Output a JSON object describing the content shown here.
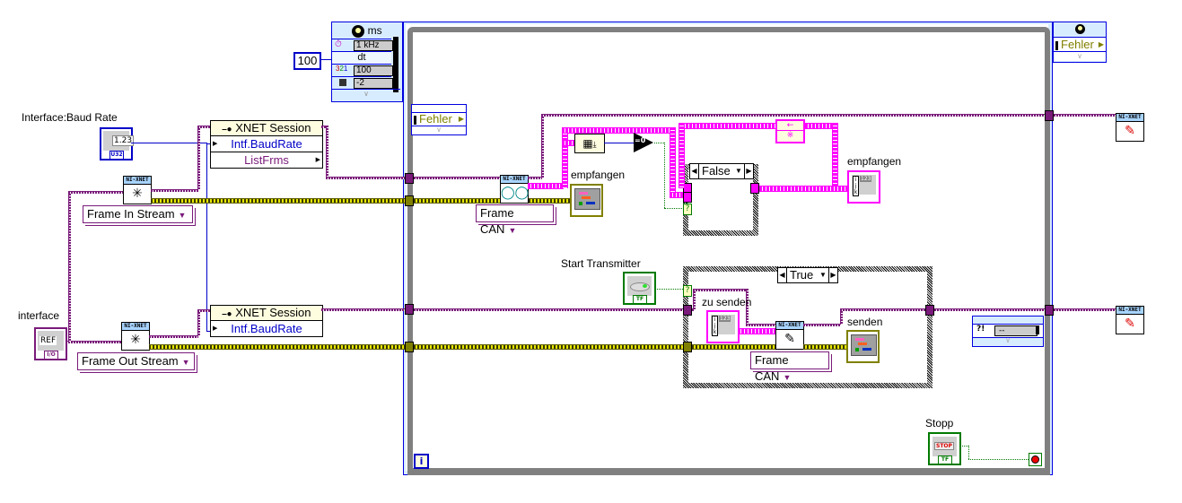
{
  "labels": {
    "baud_rate": "Interface:Baud Rate",
    "interface": "interface",
    "empfangen_1": "empfangen",
    "empfangen_2": "empfangen",
    "start_transmitter": "Start Transmitter",
    "zu_senden": "zu senden",
    "senden": "senden",
    "stopp": "Stopp"
  },
  "constants": {
    "ms_value": "100"
  },
  "controls": {
    "baud_rate_type": "U32",
    "baud_rate_glyph": "1.23",
    "interface_ref": "REF",
    "interface_type": "I/O",
    "bool_type": "TF",
    "stop_text": "STOP",
    "array_glyph": "123",
    "idx_i": "i",
    "idx_j": "j",
    "idx_k": "k"
  },
  "timed_loop": {
    "unit": "ms",
    "rows": [
      {
        "icon": "clock-source",
        "value": "1 kHz"
      },
      {
        "icon": "dt",
        "value": "dt"
      },
      {
        "icon": "priority",
        "value": "100"
      },
      {
        "icon": "processor",
        "value": "-2"
      }
    ],
    "error_in": "Fehler",
    "error_out": "Fehler"
  },
  "xnet": {
    "header": "NI-XNET",
    "in_stream_mode": "Frame In Stream",
    "out_stream_mode": "Frame Out Stream",
    "read_mode": "Frame CAN",
    "write_mode": "Frame CAN"
  },
  "property_nodes": [
    {
      "title": "XNET Session",
      "props": [
        "Intf.BaudRate",
        "ListFrms"
      ]
    },
    {
      "title": "XNET Session",
      "props": [
        "Intf.BaudRate"
      ]
    }
  ],
  "case_structures": [
    {
      "selector": "False"
    },
    {
      "selector": "True"
    }
  ],
  "loop": {
    "iteration": "i",
    "conditional_glyph": "?"
  },
  "compare": {
    "glyph": "=0"
  },
  "error_cluster": {
    "glyph": "?!",
    "value": "--"
  },
  "colors": {
    "refnum": "#7a1a7a",
    "error_wire": "#e8e800",
    "numeric": "#0000c8",
    "cluster": "#ff00ff",
    "boolean": "#007a00",
    "loop_frame": "#808080",
    "timed_loop_frame": "#c8e4ff"
  }
}
